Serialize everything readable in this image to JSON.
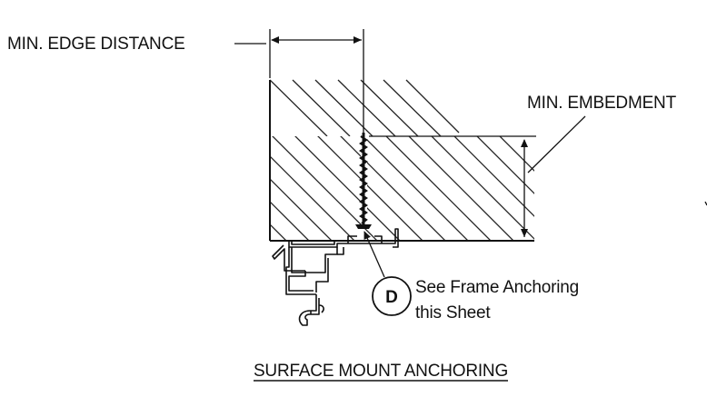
{
  "labels": {
    "min_edge_distance": "MIN. EDGE DISTANCE",
    "min_embedment": "MIN. EMBEDMENT",
    "callout_letter": "D",
    "callout_note_line1": "See Frame Anchoring",
    "callout_note_line2": "this Sheet",
    "title": "SURFACE MOUNT ANCHORING"
  }
}
